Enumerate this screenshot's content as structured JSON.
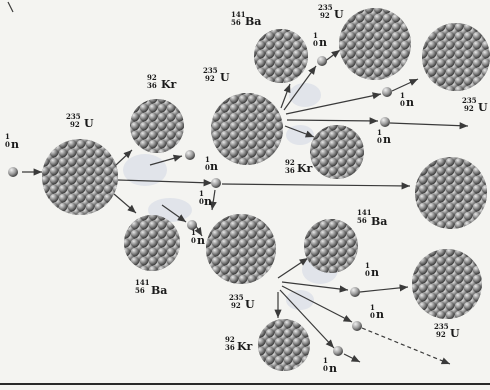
{
  "particles": {
    "neutron_mass": "1",
    "neutron_charge": "0",
    "neutron_symbol": "n",
    "uranium_mass": "235",
    "uranium_charge": "92",
    "uranium_symbol": "U",
    "krypton_mass": "92",
    "krypton_charge": "36",
    "krypton_symbol": "Kr",
    "barium_mass": "141",
    "barium_charge": "56",
    "barium_symbol": "Ba"
  },
  "colors": {
    "nucleus_fill": "#8a8a8a",
    "nucleus_highlight": "#d8d8d8",
    "neutron_fill": "#9a9a9a",
    "arrow": "#3a3a3a",
    "background": "#f4f4f1"
  }
}
